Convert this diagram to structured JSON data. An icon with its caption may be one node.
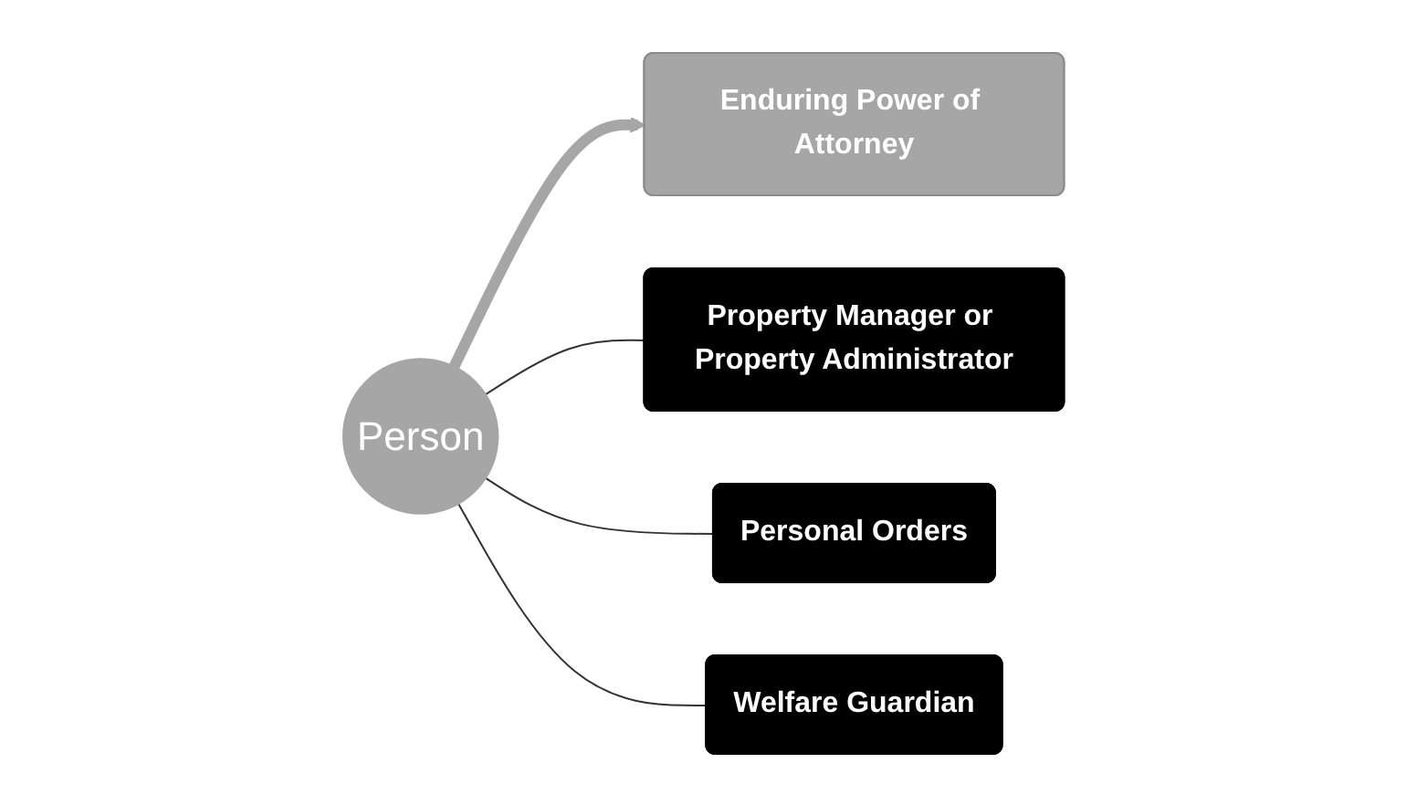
{
  "diagram": {
    "nodes": [
      {
        "text": [
          "Person"
        ]
      },
      {
        "text": [
          "Property Manager or Property Administrator"
        ]
      },
      {
        "text": [
          "Personal Orders"
        ]
      },
      {
        "text": [
          "Welfare Guardian"
        ]
      },
      {
        "text": [
          "Enduring Power of Attorney"
        ]
      }
    ],
    "edges": [
      {
        "from": 0,
        "to": 4,
        "arrow": "to",
        "style": "thick",
        "color": "#a6a6a6"
      },
      {
        "from": 0,
        "to": 1,
        "arrow": "none"
      },
      {
        "from": 0,
        "to": 2,
        "arrow": "none"
      },
      {
        "from": 0,
        "to": 3,
        "arrow": "none"
      }
    ]
  }
}
